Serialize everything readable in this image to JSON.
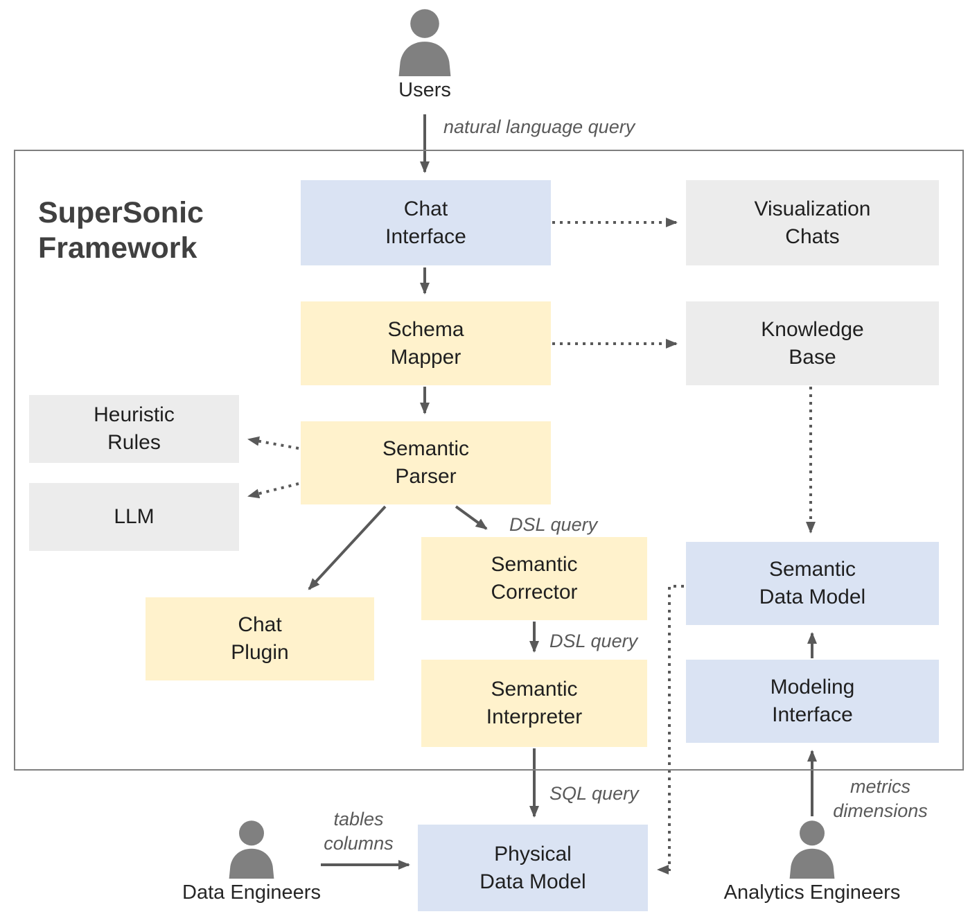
{
  "title": "SuperSonic\nFramework",
  "actors": {
    "users": {
      "label": "Users"
    },
    "data_engineers": {
      "label": "Data Engineers"
    },
    "analytics_engineers": {
      "label": "Analytics Engineers"
    }
  },
  "nodes": {
    "chat_interface": {
      "label": "Chat\nInterface",
      "type": "blue"
    },
    "visualization_chats": {
      "label": "Visualization\nChats",
      "type": "gray"
    },
    "schema_mapper": {
      "label": "Schema\nMapper",
      "type": "yellow"
    },
    "knowledge_base": {
      "label": "Knowledge\nBase",
      "type": "gray"
    },
    "heuristic_rules": {
      "label": "Heuristic\nRules",
      "type": "gray"
    },
    "llm": {
      "label": "LLM",
      "type": "gray"
    },
    "semantic_parser": {
      "label": "Semantic\nParser",
      "type": "yellow"
    },
    "semantic_corrector": {
      "label": "Semantic\nCorrector",
      "type": "yellow"
    },
    "chat_plugin": {
      "label": "Chat\nPlugin",
      "type": "yellow"
    },
    "semantic_interpreter": {
      "label": "Semantic\nInterpreter",
      "type": "yellow"
    },
    "semantic_data_model": {
      "label": "Semantic\nData Model",
      "type": "blue"
    },
    "modeling_interface": {
      "label": "Modeling\nInterface",
      "type": "blue"
    },
    "physical_data_model": {
      "label": "Physical\nData Model",
      "type": "blue"
    }
  },
  "edge_labels": {
    "natural_language_query": "natural language query",
    "dsl_query_1": "DSL query",
    "dsl_query_2": "DSL query",
    "sql_query": "SQL query",
    "tables_columns": "tables\ncolumns",
    "metrics_dimensions": "metrics\ndimensions"
  },
  "colors": {
    "blue_box": "#dae3f3",
    "yellow_box": "#fff2cc",
    "gray_box": "#ececec",
    "arrow": "#595959",
    "icon": "#808080",
    "frame_border": "#7f7f7f"
  }
}
